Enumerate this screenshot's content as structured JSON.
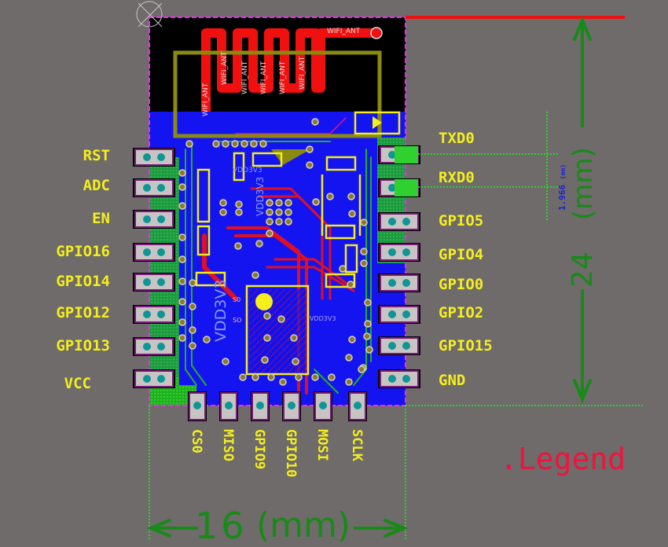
{
  "title": "ESP-12 style WiFi module PCB layout",
  "antenna": {
    "net_label": "WIFI_ANT",
    "repeat_labels": [
      "WIFI_ANT",
      "WIFI_ANT",
      "WIFI_ANT",
      "WIFI_ANT",
      "WIFI_ANT",
      "WIFI_ANT"
    ]
  },
  "silk_labels": {
    "vdd_main": "VDD3V3",
    "vdd_side": "VDD3V3",
    "vdd_right": "VDD3V3",
    "vdd_small": "VDD3V3",
    "s0": "S0",
    "so": "SO"
  },
  "pins": {
    "left": [
      "RST",
      "ADC",
      "EN",
      "GPIO16",
      "GPIO14",
      "GPIO12",
      "GPIO13",
      "VCC"
    ],
    "right": [
      "TXD0",
      "RXD0",
      "GPIO5",
      "GPIO4",
      "GPIO0",
      "GPIO2",
      "GPIO15",
      "GND"
    ],
    "bottom": [
      "CS0",
      "MISO",
      "GPIO9",
      "GPIO10",
      "MOSI",
      "SCLK"
    ]
  },
  "dimensions": {
    "width": {
      "value": "16",
      "unit": "(mm)"
    },
    "height": {
      "value": "24",
      "unit": "(mm)"
    },
    "pitch": {
      "value": "1.966",
      "unit": "(mm)"
    }
  },
  "legend_label": ".Legend",
  "colors": {
    "background": "#6e6b6a",
    "label": "#f4ee1c",
    "top_copper": "#f01010",
    "bottom_copper": "#1010f0",
    "keepout": "#ff20ff",
    "dimension": "#178a17",
    "legend": "#f0133c",
    "pad": "#c8c4c4",
    "pad_hole": "#0f9595"
  }
}
